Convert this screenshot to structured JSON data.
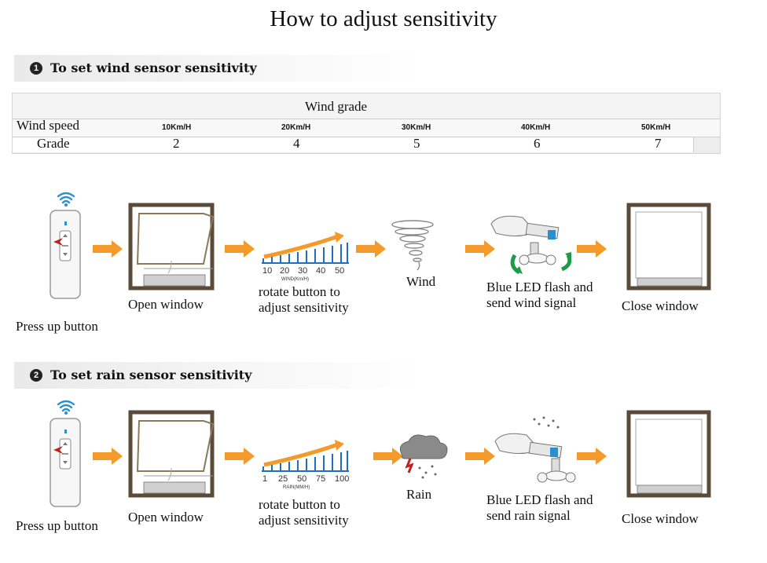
{
  "title": "How to adjust sensitivity",
  "section1": {
    "number": "1",
    "heading": "To set wind sensor sensitivity",
    "table": {
      "header": "Wind grade",
      "row1_label": "Wind speed",
      "speeds": [
        "10Km/H",
        "20Km/H",
        "30Km/H",
        "40Km/H",
        "50Km/H"
      ],
      "row2_label": "Grade",
      "grades": [
        "2",
        "4",
        "5",
        "6",
        "7"
      ]
    },
    "steps": {
      "press": "Press up button",
      "open": "Open window",
      "rotate_line1": "rotate button to",
      "rotate_line2": "adjust sensitivity",
      "weather": "Wind",
      "led_line1": "Blue LED flash and",
      "led_line2": "send wind signal",
      "close": "Close window"
    },
    "scale": {
      "ticks": [
        "10",
        "20",
        "30",
        "40",
        "50"
      ],
      "unit": "WIND(Km/H)"
    }
  },
  "section2": {
    "number": "2",
    "heading": "To set rain sensor sensitivity",
    "steps": {
      "press": "Press up button",
      "open": "Open window",
      "rotate_line1": "rotate button to",
      "rotate_line2": "adjust sensitivity",
      "weather": "Rain",
      "led_line1": "Blue LED flash and",
      "led_line2": "send rain signal",
      "close": "Close window"
    },
    "scale": {
      "ticks": [
        "1",
        "25",
        "50",
        "75",
        "100"
      ],
      "unit": "RAIN(MM/H)"
    }
  },
  "icons": [
    "wifi-signal-icon",
    "remote-control-icon",
    "open-window-icon",
    "scale-dial-icon",
    "tornado-icon",
    "rain-cloud-icon",
    "sensor-device-icon",
    "closed-window-icon",
    "orange-arrow-icon"
  ],
  "colors": {
    "arrow": "#f39a2a",
    "led": "#2a8fd0",
    "rotation": "#1f9a4a",
    "scale": "#1f6ec0"
  }
}
